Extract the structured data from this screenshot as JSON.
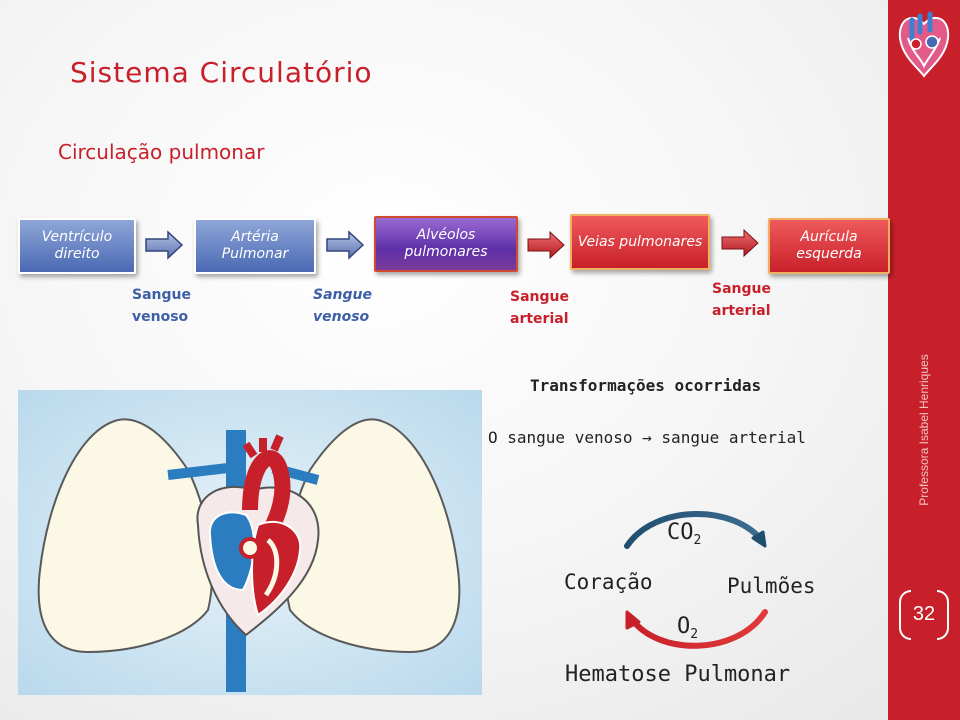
{
  "slide": {
    "title": "Sistema Circulatório",
    "subtitle": "Circulação pulmonar",
    "side_credit": "Professora Isabel Henriques",
    "page_number": "32"
  },
  "flow": {
    "steps": [
      {
        "label": "Ventrículo direito",
        "style": "blue"
      },
      {
        "label": "Artéria Pulmonar",
        "style": "blue"
      },
      {
        "label": "Alvéolos pulmonares",
        "style": "purple"
      },
      {
        "label": "Veias pulmonares",
        "style": "red"
      },
      {
        "label": "Aurícula esquerda",
        "style": "red"
      }
    ],
    "blood_labels": [
      {
        "line1": "Sangue",
        "line2": "venoso",
        "color": "#3d5fa8"
      },
      {
        "line1": "Sangue",
        "line2": "venoso",
        "color": "#3d5fa8"
      },
      {
        "line1": "Sangue",
        "line2": "arterial",
        "color": "#c8202a"
      },
      {
        "line1": "Sangue",
        "line2": "arterial",
        "color": "#c8202a"
      }
    ]
  },
  "transformations": {
    "title": "Transformações ocorridas",
    "from": "O sangue  venoso",
    "arrow": "→",
    "to": "sangue arterial"
  },
  "cycle": {
    "co2_base": "CO",
    "co2_sub": "2",
    "o2_base": "O",
    "o2_sub": "2",
    "left_label": "Coração",
    "right_label": "Pulmões",
    "caption": "Hematose Pulmonar"
  },
  "colors": {
    "accent_red": "#c8202a",
    "venous_blue": "#3d5fa8",
    "arrow_teal": "#1f4e6e"
  },
  "icons": {
    "logo": "heart-anatomy-icon",
    "flow_arrow": "right-arrow-icon"
  }
}
